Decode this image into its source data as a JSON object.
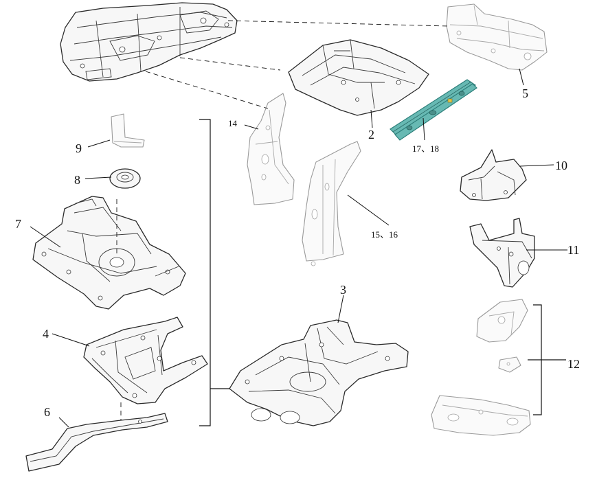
{
  "callouts": [
    {
      "id": "2",
      "text": "2"
    },
    {
      "id": "3",
      "text": "3"
    },
    {
      "id": "4",
      "text": "4"
    },
    {
      "id": "5",
      "text": "5"
    },
    {
      "id": "6",
      "text": "6"
    },
    {
      "id": "7",
      "text": "7"
    },
    {
      "id": "8",
      "text": "8"
    },
    {
      "id": "9",
      "text": "9"
    },
    {
      "id": "10",
      "text": "10"
    },
    {
      "id": "11",
      "text": "11"
    },
    {
      "id": "12",
      "text": "12"
    },
    {
      "id": "14",
      "text": "14"
    },
    {
      "id": "15-16",
      "text": "15、16"
    },
    {
      "id": "17-18",
      "text": "17、18"
    }
  ],
  "colors": {
    "highlight_fill": "#67b9b3",
    "line": "#111111"
  }
}
